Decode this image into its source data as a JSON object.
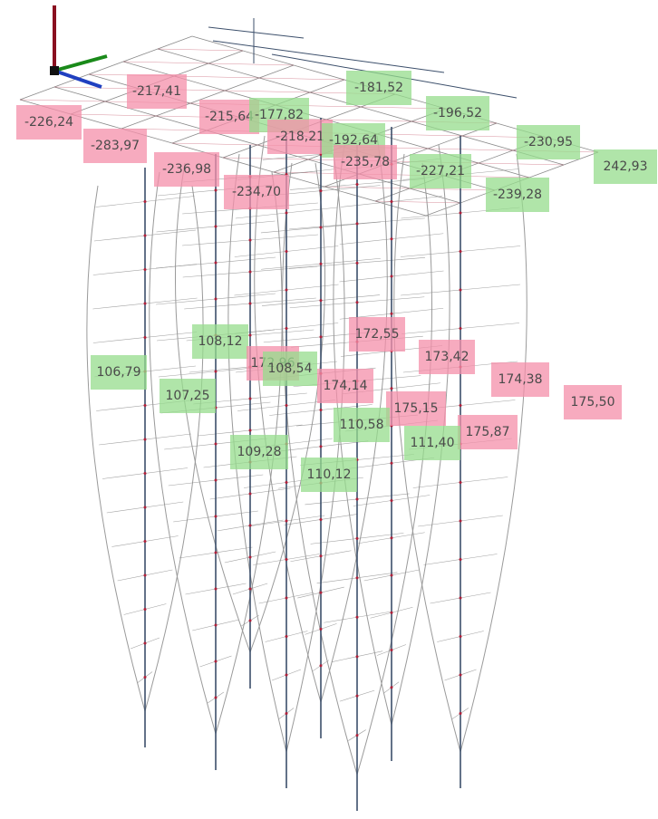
{
  "colors": {
    "column": "#3c4f6b",
    "node": "#b0203a",
    "slab": "#8a8a8a",
    "curve": "#9a9a9a",
    "axis_x": "#2040c0",
    "axis_y": "#1a8a1a",
    "axis_z": "#8a1020",
    "negative": "#f48faa",
    "positive": "#96dc8c"
  },
  "icons": [
    "axis-triad-icon"
  ],
  "labels": [
    {
      "text": "-217,41",
      "sign": "neg"
    },
    {
      "text": "-181,52",
      "sign": "pos"
    },
    {
      "text": "-226,24",
      "sign": "neg"
    },
    {
      "text": "-215,64",
      "sign": "neg"
    },
    {
      "text": "-177,82",
      "sign": "pos"
    },
    {
      "text": "-196,52",
      "sign": "pos"
    },
    {
      "text": "-283,97",
      "sign": "neg"
    },
    {
      "text": "-218,21",
      "sign": "neg"
    },
    {
      "text": "-192,64",
      "sign": "pos"
    },
    {
      "text": "-230,95",
      "sign": "pos"
    },
    {
      "text": "-235,78",
      "sign": "neg"
    },
    {
      "text": "242,93",
      "sign": "pos"
    },
    {
      "text": "-236,98",
      "sign": "neg"
    },
    {
      "text": "-227,21",
      "sign": "pos"
    },
    {
      "text": "-234,70",
      "sign": "neg"
    },
    {
      "text": "-239,28",
      "sign": "pos"
    },
    {
      "text": "108,12",
      "sign": "pos"
    },
    {
      "text": "172,55",
      "sign": "neg"
    },
    {
      "text": "106,79",
      "sign": "pos"
    },
    {
      "text": "172,96",
      "sign": "neg"
    },
    {
      "text": "108,54",
      "sign": "pos"
    },
    {
      "text": "173,42",
      "sign": "neg"
    },
    {
      "text": "174,38",
      "sign": "neg"
    },
    {
      "text": "107,25",
      "sign": "pos"
    },
    {
      "text": "174,14",
      "sign": "neg"
    },
    {
      "text": "175,50",
      "sign": "neg"
    },
    {
      "text": "175,15",
      "sign": "neg"
    },
    {
      "text": "110,58",
      "sign": "pos"
    },
    {
      "text": "175,87",
      "sign": "neg"
    },
    {
      "text": "111,40",
      "sign": "pos"
    },
    {
      "text": "109,28",
      "sign": "pos"
    },
    {
      "text": "110,12",
      "sign": "pos"
    }
  ]
}
